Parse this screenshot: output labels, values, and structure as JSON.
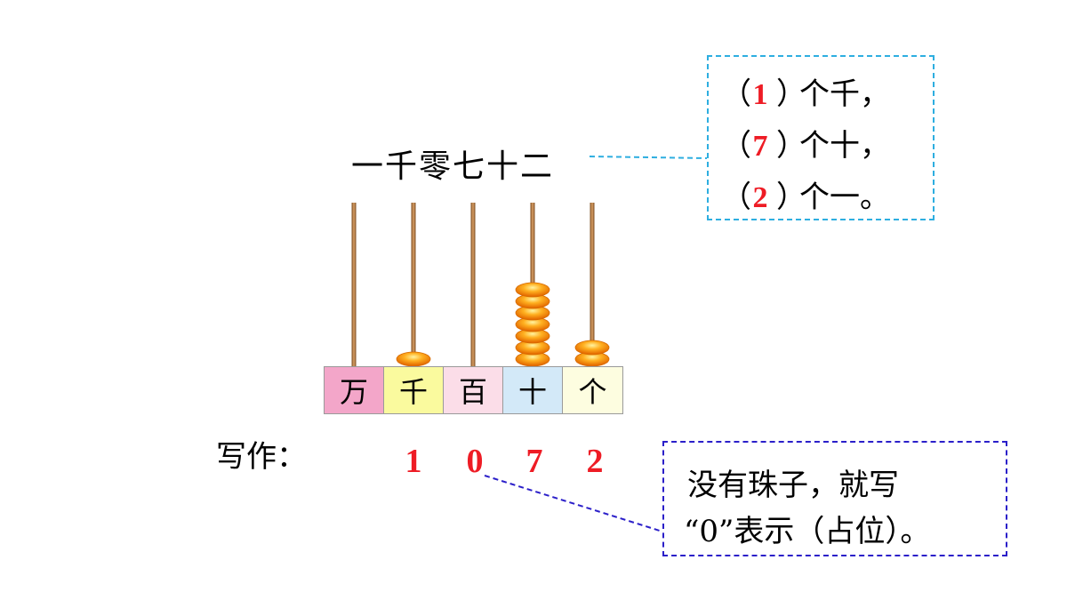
{
  "number_words": "一千零七十二",
  "info_box": {
    "lines": [
      {
        "open": "（",
        "value": "1",
        "close": "）",
        "text": "个千，"
      },
      {
        "open": "（",
        "value": "7",
        "close": "）",
        "text": "个十，"
      },
      {
        "open": "（",
        "value": "2",
        "close": "）",
        "text": "个一。"
      }
    ]
  },
  "abacus": {
    "places": [
      "万",
      "千",
      "百",
      "十",
      "个"
    ],
    "place_colors": [
      "#f3a6c9",
      "#fafa9e",
      "#fbdde8",
      "#d3e9f8",
      "#fdfde0"
    ],
    "bead_counts": [
      0,
      1,
      0,
      7,
      2
    ],
    "bead_color": "#ff9a16"
  },
  "write": {
    "label": "写作：",
    "digits": [
      "1",
      "0",
      "7",
      "2"
    ]
  },
  "note": {
    "line1": "没有珠子，就写",
    "line2": "“0”表示（占位）。"
  },
  "colors": {
    "red": "#ee1c25",
    "cyan_dash": "#2eaee0",
    "blue_dash": "#2b1fc9"
  }
}
